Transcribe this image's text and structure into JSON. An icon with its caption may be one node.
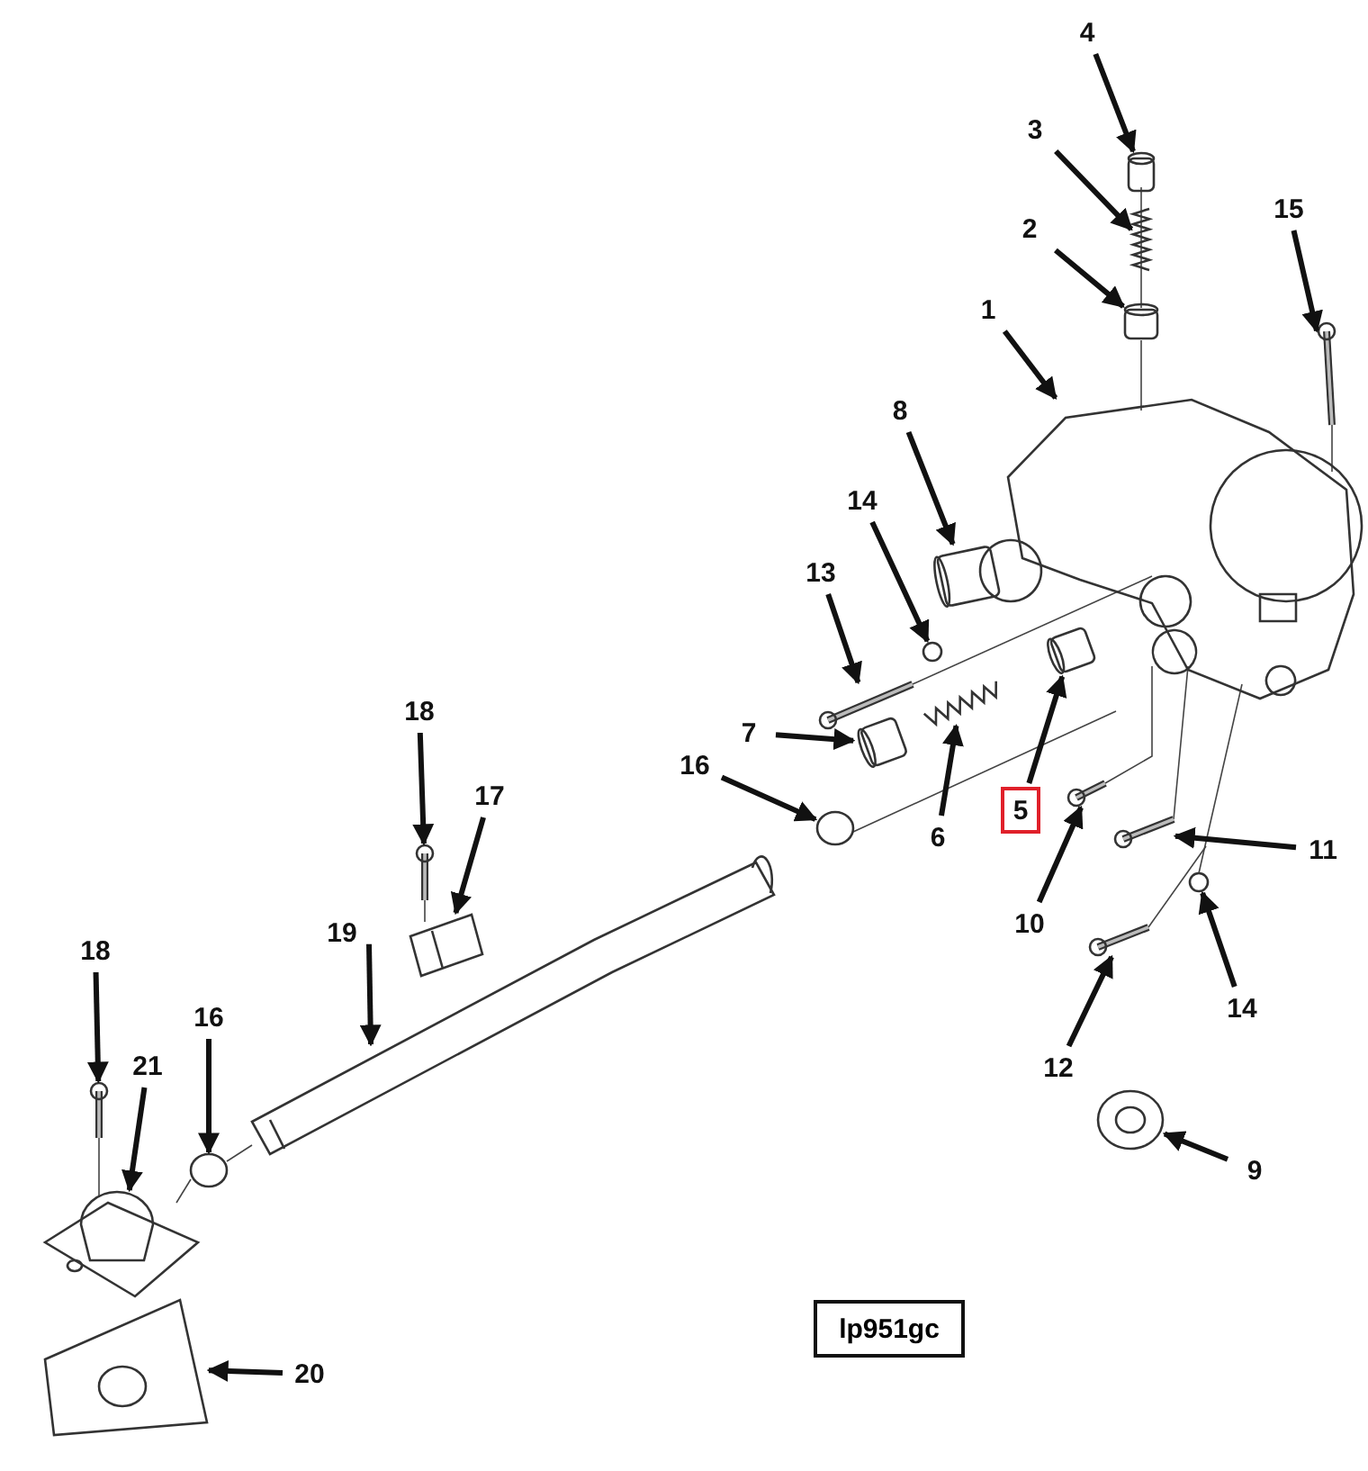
{
  "diagram": {
    "nodes": [
      {
        "text": [
          "4"
        ]
      },
      {
        "text": [
          "3"
        ]
      },
      {
        "text": [
          "2"
        ]
      },
      {
        "text": [
          "15"
        ]
      },
      {
        "text": [
          "1"
        ]
      },
      {
        "text": [
          "8"
        ]
      },
      {
        "text": [
          "14"
        ]
      },
      {
        "text": [
          "13"
        ]
      },
      {
        "text": [
          "18"
        ]
      },
      {
        "text": [
          "7"
        ]
      },
      {
        "text": [
          "16"
        ]
      },
      {
        "text": [
          "17"
        ]
      },
      {
        "text": [
          "5"
        ]
      },
      {
        "text": [
          "6"
        ]
      },
      {
        "text": [
          "11"
        ]
      },
      {
        "text": [
          "10"
        ]
      },
      {
        "text": [
          "19"
        ]
      },
      {
        "text": [
          "18"
        ]
      },
      {
        "text": [
          "14"
        ]
      },
      {
        "text": [
          "16"
        ]
      },
      {
        "text": [
          "21"
        ]
      },
      {
        "text": [
          "12"
        ]
      },
      {
        "text": [
          "9"
        ]
      },
      {
        "text": [
          "20"
        ]
      },
      {
        "text": [],
        "shape": "cylinder"
      },
      {
        "text": [],
        "shape": "spring"
      },
      {
        "text": [],
        "shape": "cylinder"
      },
      {
        "text": [],
        "shape": "bolt"
      },
      {
        "text": [],
        "shape": "picture"
      },
      {
        "text": [],
        "shape": "cylinder"
      },
      {
        "text": [],
        "shape": "circle"
      },
      {
        "text": [],
        "shape": "bolt"
      },
      {
        "text": [],
        "shape": "bolt"
      },
      {
        "text": [],
        "shape": "cylinder"
      },
      {
        "text": [],
        "shape": "circle"
      },
      {
        "text": [],
        "shape": "picture"
      },
      {
        "text": [],
        "shape": "cylinder"
      },
      {
        "text": [],
        "shape": "spring"
      },
      {
        "text": [],
        "shape": "bolt"
      },
      {
        "text": [],
        "shape": "bolt"
      },
      {
        "text": [],
        "shape": "picture"
      },
      {
        "text": [],
        "shape": "bolt"
      },
      {
        "text": [],
        "shape": "circle"
      },
      {
        "text": [],
        "shape": "circle"
      },
      {
        "text": [],
        "shape": "picture"
      },
      {
        "text": [],
        "shape": "bolt"
      },
      {
        "text": [],
        "shape": "picture"
      },
      {
        "text": [],
        "shape": "picture"
      }
    ],
    "edges": [
      {
        "from": 0,
        "to": 24,
        "arrow": "to"
      },
      {
        "from": 1,
        "to": 25,
        "arrow": "to"
      },
      {
        "from": 2,
        "to": 26,
        "arrow": "to"
      },
      {
        "from": 3,
        "to": 27,
        "arrow": "to"
      },
      {
        "from": 4,
        "to": 28,
        "arrow": "to"
      },
      {
        "from": 5,
        "to": 29,
        "arrow": "to"
      },
      {
        "from": 6,
        "to": 30,
        "arrow": "to"
      },
      {
        "from": 7,
        "to": 31,
        "arrow": "to"
      },
      {
        "from": 8,
        "to": 32,
        "arrow": "to"
      },
      {
        "from": 9,
        "to": 33,
        "arrow": "to"
      },
      {
        "from": 10,
        "to": 34,
        "arrow": "to"
      },
      {
        "from": 11,
        "to": 35,
        "arrow": "to"
      },
      {
        "from": 12,
        "to": 36,
        "arrow": "to"
      },
      {
        "from": 13,
        "to": 37,
        "arrow": "to"
      },
      {
        "from": 14,
        "to": 38,
        "arrow": "to"
      },
      {
        "from": 15,
        "to": 39,
        "arrow": "to"
      },
      {
        "from": 16,
        "to": 40,
        "arrow": "to"
      },
      {
        "from": 17,
        "to": 41,
        "arrow": "to"
      },
      {
        "from": 18,
        "to": 42,
        "arrow": "to"
      },
      {
        "from": 19,
        "to": 43,
        "arrow": "to"
      },
      {
        "from": 20,
        "to": 44,
        "arrow": "to"
      },
      {
        "from": 21,
        "to": 45,
        "arrow": "to"
      },
      {
        "from": 22,
        "to": 46,
        "arrow": "to"
      },
      {
        "from": 23,
        "to": 47,
        "arrow": "to"
      }
    ],
    "labels": [
      "lp951gc"
    ]
  }
}
